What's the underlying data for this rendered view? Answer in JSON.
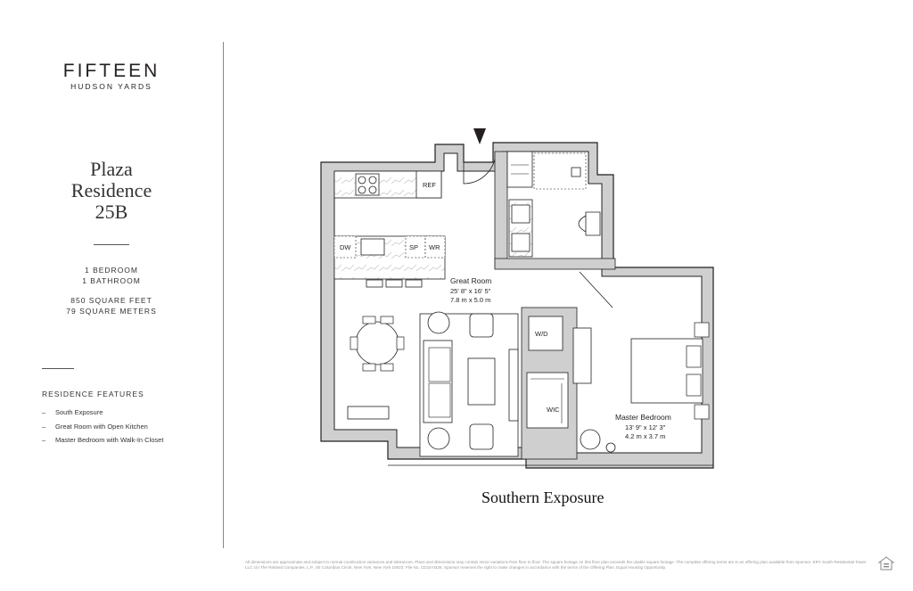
{
  "brand": {
    "name": "FIFTEEN",
    "subname": "HUDSON YARDS"
  },
  "residence": {
    "title_line1": "Plaza",
    "title_line2": "Residence",
    "title_line3": "25B",
    "bedrooms": "1 BEDROOM",
    "bathrooms": "1 BATHROOM",
    "square_feet": "850 SQUARE FEET",
    "square_meters": "79 SQUARE METERS"
  },
  "features": {
    "heading": "RESIDENCE FEATURES",
    "items": [
      {
        "dash": "–",
        "text": "South Exposure"
      },
      {
        "dash": "–",
        "text": "Great Room with Open Kitchen"
      },
      {
        "dash": "–",
        "text": "Master Bedroom with Walk-In Closet"
      }
    ]
  },
  "plan": {
    "great_room": {
      "name": "Great Room",
      "dim_ft": "25' 8\" x 16' 5\"",
      "dim_m": "7.8 m  x  5.0 m"
    },
    "master_bedroom": {
      "name": "Master Bedroom",
      "dim_ft": "13' 9\" x 12' 3\"",
      "dim_m": "4.2 m  x  3.7 m"
    },
    "tags": {
      "ref": "REF",
      "dw": "DW",
      "sp": "SP",
      "wr": "WR",
      "wd": "W/D",
      "wic": "WIC"
    },
    "exposure": "Southern Exposure"
  },
  "disclaimer": "All dimensions are approximate and subject to normal construction variances and tolerances. Plans and dimensions may contain minor variations from floor to floor. The square footage on this floor plan exceeds the usable square footage. The complete offering terms are in an offering plan available from Sponsor. ERY South Residential Tower LLC c/o The Related Companies, L.P., 60 Columbus Circle, New York, New York 10023. File No. CD15-0325. Sponsor reserves the right to make changes in accordance with the terms of the Offering Plan. Equal Housing Opportunity.",
  "icons": {
    "equal_housing": "equal-housing-icon",
    "entry": "entry-arrow-icon"
  }
}
